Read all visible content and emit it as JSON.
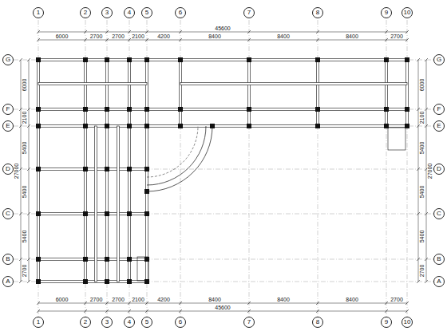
{
  "diagram": {
    "nodes": [
      {
        "text": [
          "1"
        ]
      },
      {
        "text": [
          "2"
        ]
      },
      {
        "text": [
          "3"
        ]
      },
      {
        "text": [
          "4"
        ]
      },
      {
        "text": [
          "5"
        ]
      },
      {
        "text": [
          "6"
        ]
      },
      {
        "text": [
          "7"
        ]
      },
      {
        "text": [
          "8"
        ]
      },
      {
        "text": [
          "9"
        ]
      },
      {
        "text": [
          "10"
        ]
      },
      {
        "text": [
          "1"
        ]
      },
      {
        "text": [
          "2"
        ]
      },
      {
        "text": [
          "3"
        ]
      },
      {
        "text": [
          "4"
        ]
      },
      {
        "text": [
          "5"
        ]
      },
      {
        "text": [
          "6"
        ]
      },
      {
        "text": [
          "7"
        ]
      },
      {
        "text": [
          "8"
        ]
      },
      {
        "text": [
          "9"
        ]
      },
      {
        "text": [
          "10"
        ]
      },
      {
        "text": [
          "G"
        ]
      },
      {
        "text": [
          "F"
        ]
      },
      {
        "text": [
          "E"
        ]
      },
      {
        "text": [
          "D"
        ]
      },
      {
        "text": [
          "C"
        ]
      },
      {
        "text": [
          "B"
        ]
      },
      {
        "text": [
          "A"
        ]
      },
      {
        "text": [
          "G"
        ]
      },
      {
        "text": [
          "F"
        ]
      },
      {
        "text": [
          "E"
        ]
      },
      {
        "text": [
          "D"
        ]
      },
      {
        "text": [
          "C"
        ]
      },
      {
        "text": [
          "B"
        ]
      },
      {
        "text": [
          "A"
        ]
      }
    ],
    "labels": [
      "6000",
      "2700",
      "2700",
      "2100",
      "4200",
      "8400",
      "8400",
      "8400",
      "2700",
      "45600",
      "6000",
      "2700",
      "2700",
      "2100",
      "4200",
      "8400",
      "8400",
      "8400",
      "2700",
      "45600",
      "6000",
      "2100",
      "5400",
      "5400",
      "5400",
      "2700",
      "27000",
      "6000",
      "2100",
      "5400",
      "5400",
      "5400",
      "2700",
      "27000"
    ]
  }
}
